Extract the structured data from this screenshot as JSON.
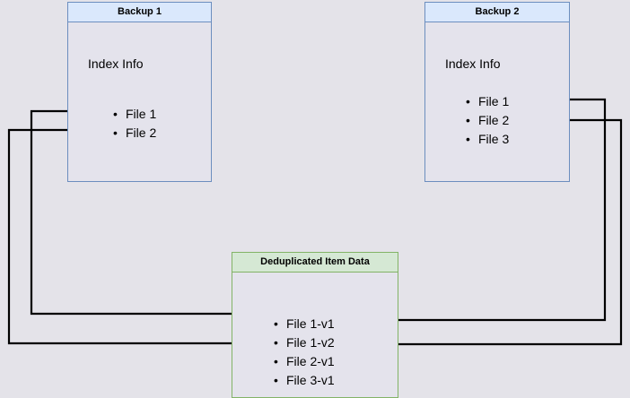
{
  "diagram": {
    "background_color": "#e4e3e9",
    "blue_fill": "#dae8fc",
    "blue_stroke": "#6c8ebf",
    "green_fill": "#d5e8d4",
    "green_stroke": "#82b366",
    "edge_color": "#000000"
  },
  "boxes": {
    "backup1": {
      "title": "Backup 1",
      "section_label": "Index Info",
      "files": [
        "File 1",
        "File 2"
      ]
    },
    "backup2": {
      "title": "Backup 2",
      "section_label": "Index Info",
      "files": [
        "File 1",
        "File 2",
        "File 3"
      ]
    },
    "dedup": {
      "title": "Deduplicated Item Data",
      "files": [
        "File 1-v1",
        "File 1-v2",
        "File 2-v1",
        "File 3-v1"
      ]
    }
  },
  "connections": [
    {
      "name": "backup1-file1-to-file1v1",
      "from": "Backup 1 / File 1",
      "to": "Deduplicated Item Data / File 1-v1",
      "side": "left"
    },
    {
      "name": "backup1-file2-to-file2v1",
      "from": "Backup 1 / File 2",
      "to": "Deduplicated Item Data / File 2-v1",
      "side": "left"
    },
    {
      "name": "backup2-file1-to-file1v2",
      "from": "Backup 2 / File 1",
      "to": "Deduplicated Item Data / File 1-v2",
      "side": "right"
    },
    {
      "name": "backup2-file2-to-file2v1",
      "from": "Backup 2 / File 2",
      "to": "Deduplicated Item Data / File 2-v1",
      "side": "right"
    }
  ]
}
